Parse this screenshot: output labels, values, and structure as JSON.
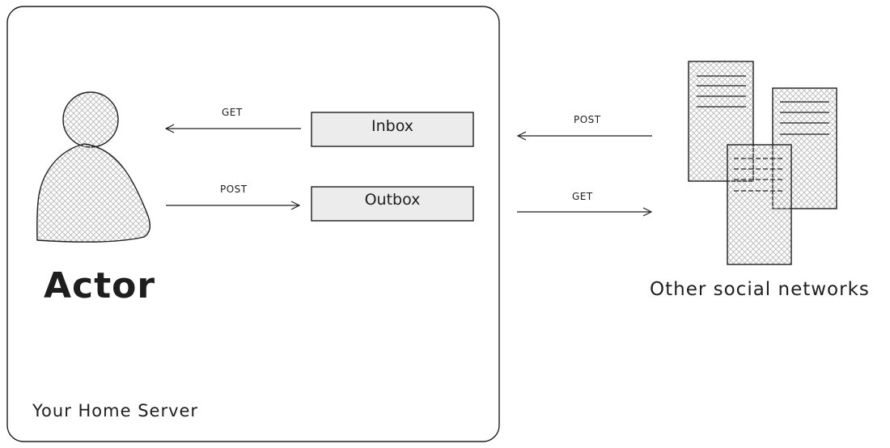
{
  "diagram": {
    "server_label": "Your Home Server",
    "actor_label": "Actor",
    "inbox_label": "Inbox",
    "outbox_label": "Outbox",
    "actor_inbox_arrow_label": "GET",
    "actor_outbox_arrow_label": "POST",
    "network_to_inbox_label": "POST",
    "outbox_to_network_label": "GET",
    "other_networks_label": "Other social networks"
  },
  "colors": {
    "stroke": "#1e1e1e",
    "box_fill": "#ececec",
    "hatch": "#b5b5b5",
    "background": "#ffffff"
  },
  "icons": {
    "actor": "person-icon",
    "other_networks": "documents-icon"
  }
}
